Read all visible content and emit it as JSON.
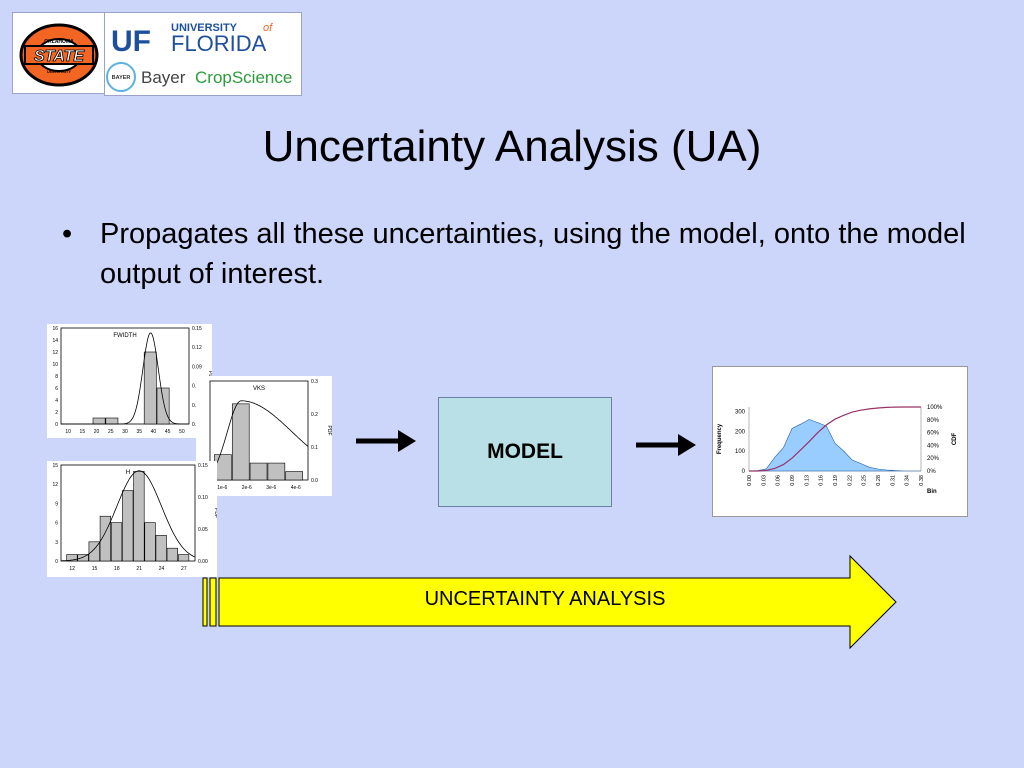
{
  "logos": {
    "osu_top": "OKLAHOMA",
    "osu_main": "STATE",
    "osu_bottom": "UNIVERSITY",
    "uf_short": "UF",
    "uf_univ": "UNIVERSITY",
    "uf_of": "of",
    "uf_florida": "FLORIDA",
    "bayer_seal": "BAYER",
    "bayer_name": "Bayer",
    "bayer_crop": "CropScience"
  },
  "title": "Uncertainty Analysis (UA)",
  "bullet": {
    "symbol": "•",
    "text": "Propagates all these uncertainties, using the model, onto the model output of interest."
  },
  "model_label": "MODEL",
  "ua_arrow_label": "UNCERTAINTY ANALYSIS",
  "colors": {
    "background": "#ccd5fa",
    "model_fill": "#b9e0e6",
    "arrow_fill": "#ffff00",
    "bar_fill": "#c0c0c0",
    "output_fill": "#99ccff",
    "cdf_line": "#993366"
  },
  "chart_data": [
    {
      "type": "bar",
      "title": "FWIDTH",
      "categories": [
        "10",
        "15",
        "20",
        "25",
        "30",
        "35",
        "40",
        "45",
        "50"
      ],
      "values": [
        0,
        0,
        1,
        1,
        0,
        0,
        12,
        6,
        0
      ],
      "ylim": [
        0,
        16
      ],
      "yticks": [
        "0",
        "2",
        "4",
        "6",
        "8",
        "10",
        "12",
        "14",
        "16"
      ],
      "y2ticks": [
        "0.00",
        "0.03",
        "0.06",
        "0.09",
        "0.12",
        "0.15"
      ],
      "y2label": "PDF"
    },
    {
      "type": "bar",
      "title": "VKS",
      "categories": [
        "1e-6",
        "2e-6",
        "3e-6",
        "4e-6"
      ],
      "values": [
        3,
        9,
        2,
        2,
        1
      ],
      "y2ticks": [
        "0.0",
        "0.1",
        "0.2",
        "0.3"
      ],
      "y2label": "PDF"
    },
    {
      "type": "bar",
      "title": "H",
      "categories": [
        "12",
        "15",
        "18",
        "21",
        "24",
        "27"
      ],
      "values": [
        1,
        1,
        3,
        7,
        6,
        11,
        14,
        6,
        4,
        2,
        1
      ],
      "ylim": [
        0,
        15
      ],
      "yticks": [
        "0",
        "3",
        "6",
        "9",
        "12",
        "15"
      ],
      "y2ticks": [
        "0.00",
        "0.05",
        "0.10",
        "0.15"
      ],
      "y2label": "PDF"
    },
    {
      "type": "area",
      "xlabel": "Bin",
      "ylabel": "Frequency",
      "y2label": "CDF",
      "ylim": [
        0,
        300
      ],
      "yticks": [
        "0",
        "100",
        "200",
        "300"
      ],
      "y2ticks": [
        "0%",
        "20%",
        "40%",
        "60%",
        "80%",
        "100%"
      ],
      "x_ticks": [
        "0.00",
        "0.03",
        "0.06",
        "0.09",
        "0.13",
        "0.16",
        "0.19",
        "0.22",
        "0.25",
        "0.28",
        "0.31",
        "0.34",
        "0.38"
      ],
      "frequency": [
        0,
        2,
        15,
        60,
        130,
        200,
        255,
        240,
        260,
        215,
        150,
        95,
        60,
        35,
        20,
        10,
        5,
        2,
        0,
        0,
        0
      ],
      "cdf_percent": [
        0,
        0,
        1,
        4,
        10,
        20,
        33,
        46,
        60,
        72,
        81,
        87,
        92,
        95,
        97,
        98.5,
        99.3,
        99.8,
        100,
        100,
        100
      ]
    }
  ]
}
